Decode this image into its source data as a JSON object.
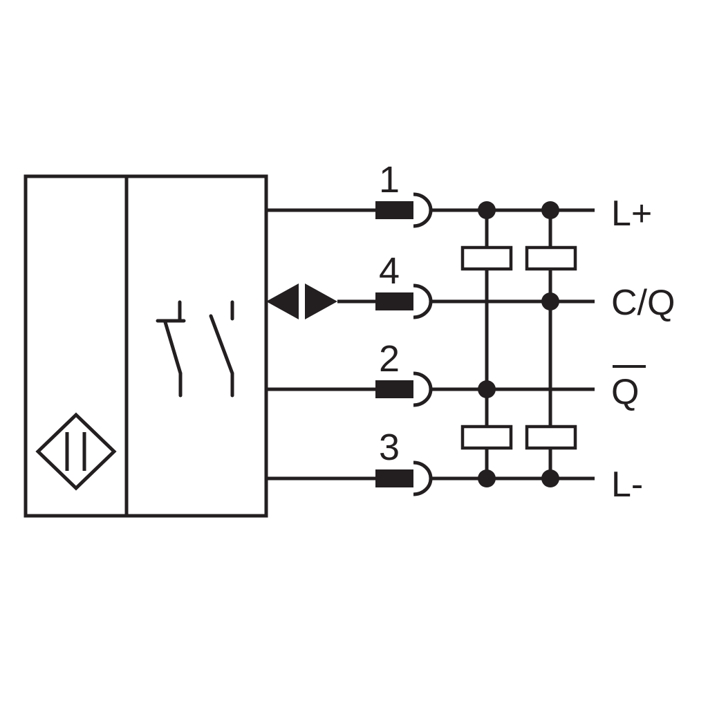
{
  "pins": [
    {
      "number": "1",
      "signal": "L+"
    },
    {
      "number": "4",
      "signal": "C/Q"
    },
    {
      "number": "2",
      "signal": "Q"
    },
    {
      "number": "3",
      "signal": "L-"
    }
  ],
  "colors": {
    "line": "#231f20",
    "background": "#ffffff"
  },
  "icons": [
    "sensor-symbol-icon",
    "switch-contacts-icon",
    "bidirectional-arrow-icon",
    "connector-plug-icon",
    "load-resistor-icon",
    "junction-dot-icon"
  ]
}
